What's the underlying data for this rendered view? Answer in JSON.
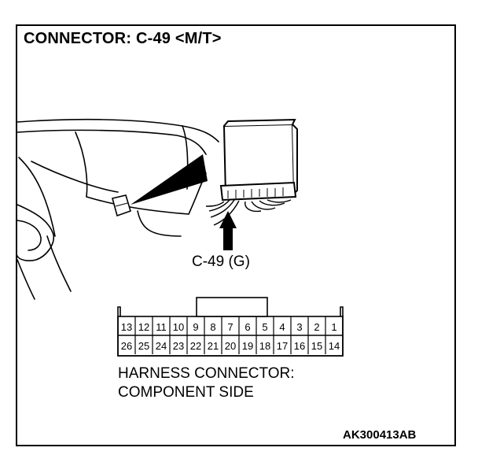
{
  "header": {
    "title": "CONNECTOR: C-49 <M/T>"
  },
  "connector": {
    "callout": "C-49 (G)",
    "top_row_pins": [
      "13",
      "12",
      "11",
      "10",
      "9",
      "8",
      "7",
      "6",
      "5",
      "4",
      "3",
      "2",
      "1"
    ],
    "bottom_row_pins": [
      "26",
      "25",
      "24",
      "23",
      "22",
      "21",
      "20",
      "19",
      "18",
      "17",
      "16",
      "15",
      "14"
    ]
  },
  "caption": {
    "line1": "HARNESS CONNECTOR:",
    "line2": "COMPONENT SIDE"
  },
  "figure_code": "AK300413AB"
}
